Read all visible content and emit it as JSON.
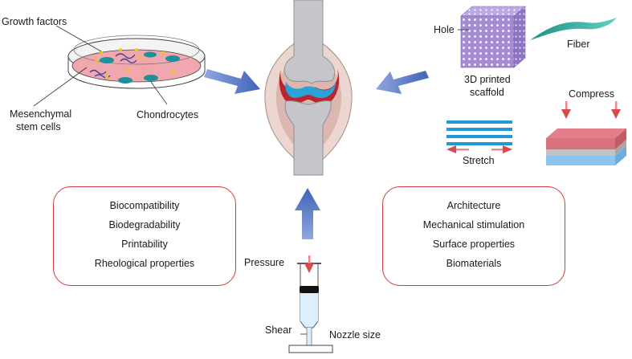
{
  "left_figure": {
    "growth_factors": "Growth factors",
    "mesenchymal_line1": "Mesenchymal",
    "mesenchymal_line2": "stem cells",
    "chondrocytes": "Chondrocytes"
  },
  "right_figure": {
    "hole": "Hole",
    "fiber": "Fiber",
    "scaffold_line1": "3D printed",
    "scaffold_line2": "scaffold",
    "compress": "Compress",
    "stretch": "Stretch"
  },
  "bottom_figure": {
    "pressure": "Pressure",
    "shear": "Shear",
    "nozzle_size": "Nozzle size"
  },
  "left_box": {
    "items": [
      "Biocompatibility",
      "Biodegradability",
      "Printability",
      "Rheological properties"
    ]
  },
  "right_box": {
    "items": [
      "Architecture",
      "Mechanical stimulation",
      "Surface properties",
      "Biomaterials"
    ]
  },
  "colors": {
    "box_border": "#d23a3a",
    "arrow_blue": "#5b7fc7",
    "cartilage_red": "#b8262e",
    "bone_gray": "#c4c6c9",
    "scaffold_purple": "#a88fd6",
    "fiber_teal": "#2aa79b",
    "layer_blue": "#1f9ad6"
  }
}
